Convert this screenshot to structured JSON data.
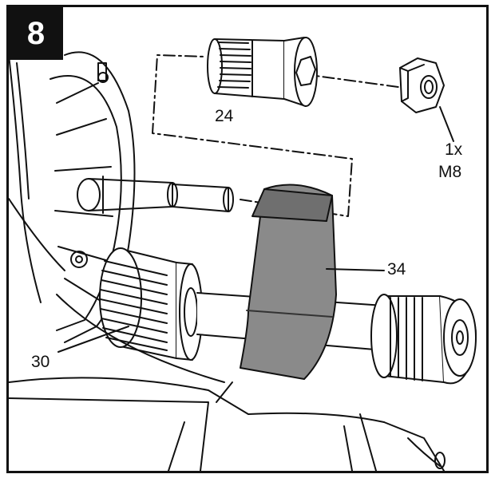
{
  "step": {
    "number": "8"
  },
  "callouts": {
    "spacer": "24",
    "nut_qty": "1x",
    "nut_size": "M8",
    "belt": "34",
    "pulley": "30"
  },
  "colors": {
    "outline": "#111111",
    "belt_fill": "#8a8a8a",
    "belt_shadow": "#6f6f6f",
    "background": "#ffffff"
  },
  "icons": {
    "step_badge": "black-square-badge"
  }
}
